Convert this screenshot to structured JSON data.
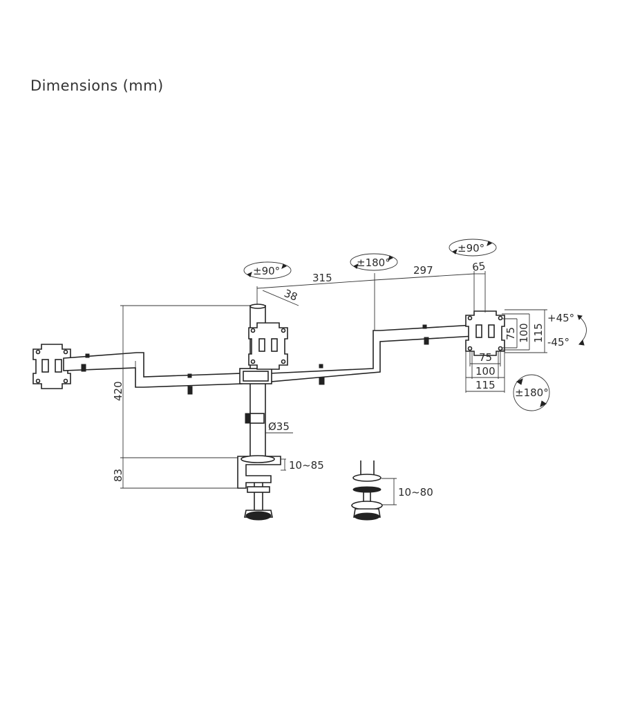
{
  "title": "Dimensions (mm)",
  "labels": {
    "rot_center": "±90°",
    "rot_middle": "±180°",
    "rot_right": "±90°",
    "arm_span_left": "315",
    "arm_span_right": "297",
    "offset_65": "65",
    "offset_38": "38",
    "height_420": "420",
    "height_83": "83",
    "pole_diameter": "Ø35",
    "clamp_range": "10~85",
    "grommet_range": "10~80",
    "tilt_up": "+45°",
    "tilt_down": "-45°",
    "vesa_75_h": "75",
    "vesa_100_h": "100",
    "vesa_115_h": "115",
    "vesa_75_v": "75",
    "vesa_100_v": "100",
    "vesa_115_v": "115",
    "rot_bottom": "±180°"
  }
}
